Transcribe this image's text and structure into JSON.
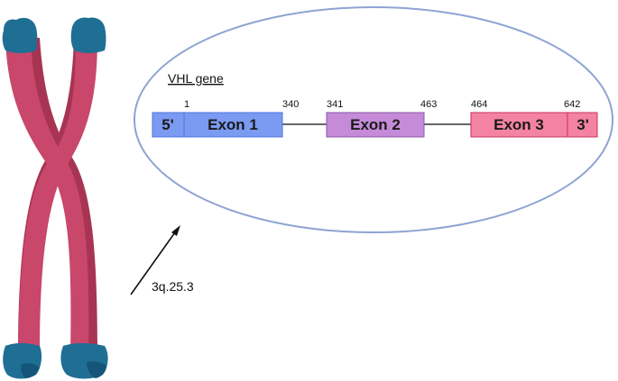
{
  "gene_title": "VHL gene",
  "locus_label": "3q.25.3",
  "utr5": {
    "label": "5'",
    "color": "#7b9af2",
    "border": "#4d74d9"
  },
  "utr3": {
    "label": "3'",
    "color": "#f483a2",
    "border": "#c8305c"
  },
  "exons": [
    {
      "label": "Exon 1",
      "start": "1",
      "end": "340",
      "color": "#7b9af2",
      "border": "#4d74d9"
    },
    {
      "label": "Exon 2",
      "start": "341",
      "end": "463",
      "color": "#c58bd8",
      "border": "#8a56a8"
    },
    {
      "label": "Exon 3",
      "start": "464",
      "end": "642",
      "color": "#f483a2",
      "border": "#c8305c"
    }
  ],
  "colors": {
    "chromosome_arm": "#c9476b",
    "chromosome_arm_shadow": "#a83453",
    "telomere": "#1f6f95",
    "telomere_shadow": "#15557a",
    "ellipse_stroke": "#8ea4d2"
  }
}
